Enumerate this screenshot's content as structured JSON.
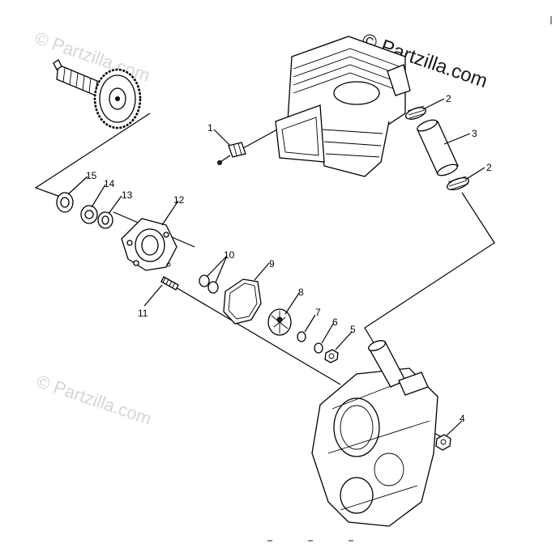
{
  "watermark": {
    "main": "© Partzilla.com",
    "ghost": [
      "© Partzilla.com",
      "© Partzilla.com"
    ]
  },
  "callouts": [
    "1",
    "2",
    "3",
    "2",
    "4",
    "5",
    "6",
    "7",
    "8",
    "9",
    "10",
    "11",
    "12",
    "13",
    "14",
    "15"
  ],
  "colors": {
    "line": "#000000",
    "background": "#ffffff",
    "watermark_ghost": "#d6d6d6"
  }
}
